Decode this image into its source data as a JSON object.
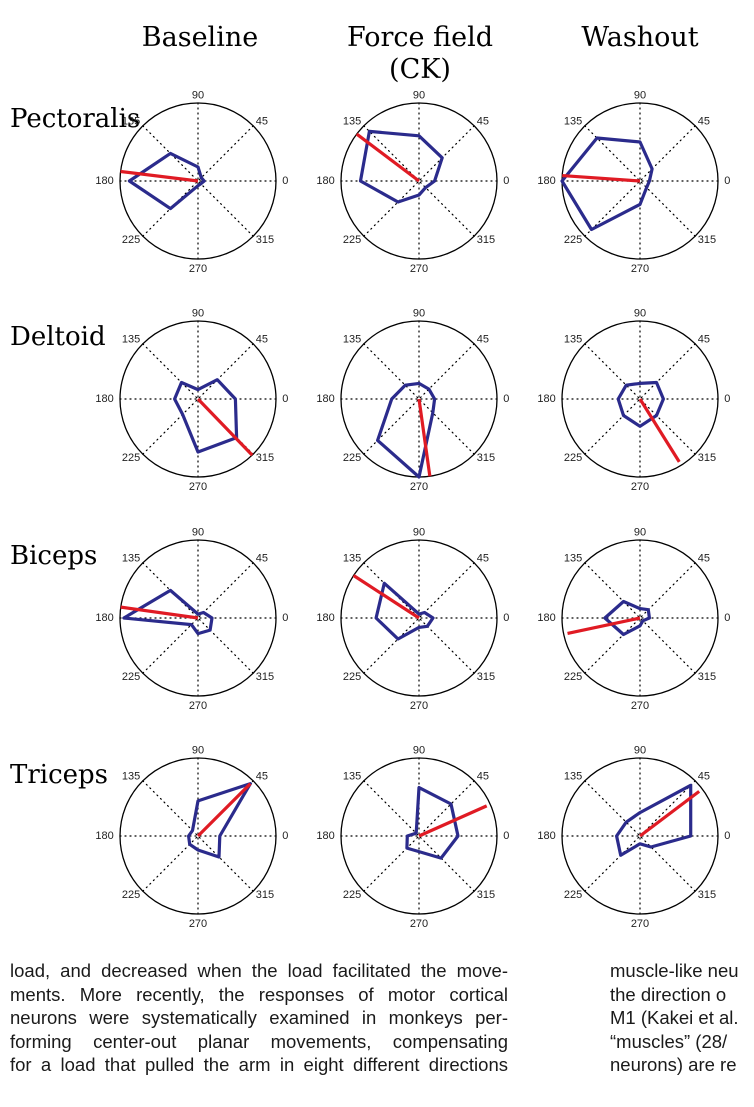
{
  "columns": [
    {
      "label": "Baseline",
      "sub": ""
    },
    {
      "label": "Force field",
      "sub": "(CK)"
    },
    {
      "label": "Washout",
      "sub": ""
    }
  ],
  "rows": [
    {
      "label": "Pectoralis"
    },
    {
      "label": "Deltoid"
    },
    {
      "label": "Biceps"
    },
    {
      "label": "Triceps"
    }
  ],
  "angle_labels": [
    "90",
    "45",
    "0",
    "315",
    "270",
    "225",
    "180",
    "135"
  ],
  "colors": {
    "tuning": "#2b2b8c",
    "preferred_direction": "#e01b24",
    "axes": "#000000"
  },
  "chart_data": {
    "type": "polar",
    "directions_deg": [
      0,
      45,
      90,
      135,
      180,
      225,
      270,
      315
    ],
    "rmax": 1,
    "panels": [
      {
        "row": "Pectoralis",
        "column": "Baseline",
        "tuning": [
          0.08,
          0.06,
          0.18,
          0.5,
          0.88,
          0.5,
          0.06,
          0.05
        ],
        "preferred": {
          "angle_deg": 173,
          "length": 1.0
        }
      },
      {
        "row": "Pectoralis",
        "column": "Force field (CK)",
        "tuning": [
          0.2,
          0.42,
          0.58,
          0.9,
          0.75,
          0.38,
          0.18,
          0.12
        ],
        "preferred": {
          "angle_deg": 143,
          "length": 1.0
        }
      },
      {
        "row": "Pectoralis",
        "column": "Washout",
        "tuning": [
          0.12,
          0.22,
          0.5,
          0.78,
          1.0,
          0.88,
          0.3,
          0.12
        ],
        "preferred": {
          "angle_deg": 176,
          "length": 1.0
        }
      },
      {
        "row": "Deltoid",
        "column": "Baseline",
        "tuning": [
          0.48,
          0.35,
          0.12,
          0.3,
          0.3,
          0.28,
          0.68,
          0.7
        ],
        "preferred": {
          "angle_deg": -46,
          "length": 1.0
        }
      },
      {
        "row": "Deltoid",
        "column": "Force field (CK)",
        "tuning": [
          0.2,
          0.18,
          0.2,
          0.25,
          0.35,
          0.75,
          1.0,
          0.25
        ],
        "preferred": {
          "angle_deg": -82,
          "length": 1.0
        }
      },
      {
        "row": "Deltoid",
        "column": "Washout",
        "tuning": [
          0.3,
          0.3,
          0.2,
          0.25,
          0.28,
          0.3,
          0.35,
          0.3
        ],
        "preferred": {
          "angle_deg": -58,
          "length": 0.95
        }
      },
      {
        "row": "Biceps",
        "column": "Baseline",
        "tuning": [
          0.18,
          0.1,
          0.05,
          0.5,
          0.95,
          0.12,
          0.2,
          0.22
        ],
        "preferred": {
          "angle_deg": 172,
          "length": 1.0
        }
      },
      {
        "row": "Biceps",
        "column": "Force field (CK)",
        "tuning": [
          0.18,
          0.1,
          0.05,
          0.63,
          0.55,
          0.38,
          0.12,
          0.15
        ],
        "preferred": {
          "angle_deg": 147,
          "length": 1.0
        }
      },
      {
        "row": "Biceps",
        "column": "Washout",
        "tuning": [
          0.12,
          0.15,
          0.12,
          0.3,
          0.45,
          0.3,
          0.1,
          0.05
        ],
        "preferred": {
          "angle_deg": 192,
          "length": 0.95
        }
      },
      {
        "row": "Triceps",
        "column": "Baseline",
        "tuning": [
          0.28,
          0.95,
          0.45,
          0.1,
          0.12,
          0.15,
          0.18,
          0.38
        ],
        "preferred": {
          "angle_deg": 45,
          "length": 0.95
        }
      },
      {
        "row": "Triceps",
        "column": "Force field (CK)",
        "tuning": [
          0.5,
          0.58,
          0.62,
          0.05,
          0.15,
          0.22,
          0.2,
          0.4
        ],
        "preferred": {
          "angle_deg": 24,
          "length": 0.95
        }
      },
      {
        "row": "Triceps",
        "column": "Washout",
        "tuning": [
          0.65,
          0.92,
          0.3,
          0.25,
          0.3,
          0.35,
          0.1,
          0.2
        ],
        "preferred": {
          "angle_deg": 37,
          "length": 0.95
        }
      }
    ]
  },
  "body_text": {
    "left": [
      "load, and decreased when the load facilitated the move-",
      "ments. More recently, the responses of motor cortical",
      "neurons were systematically examined in monkeys per-",
      "forming center-out planar movements, compensating",
      "for a load that pulled the arm in eight different directions"
    ],
    "right": [
      "muscle-like neu",
      "the direction o",
      "M1 (Kakei et al.",
      "“muscles” (28/",
      "neurons) are re"
    ]
  }
}
